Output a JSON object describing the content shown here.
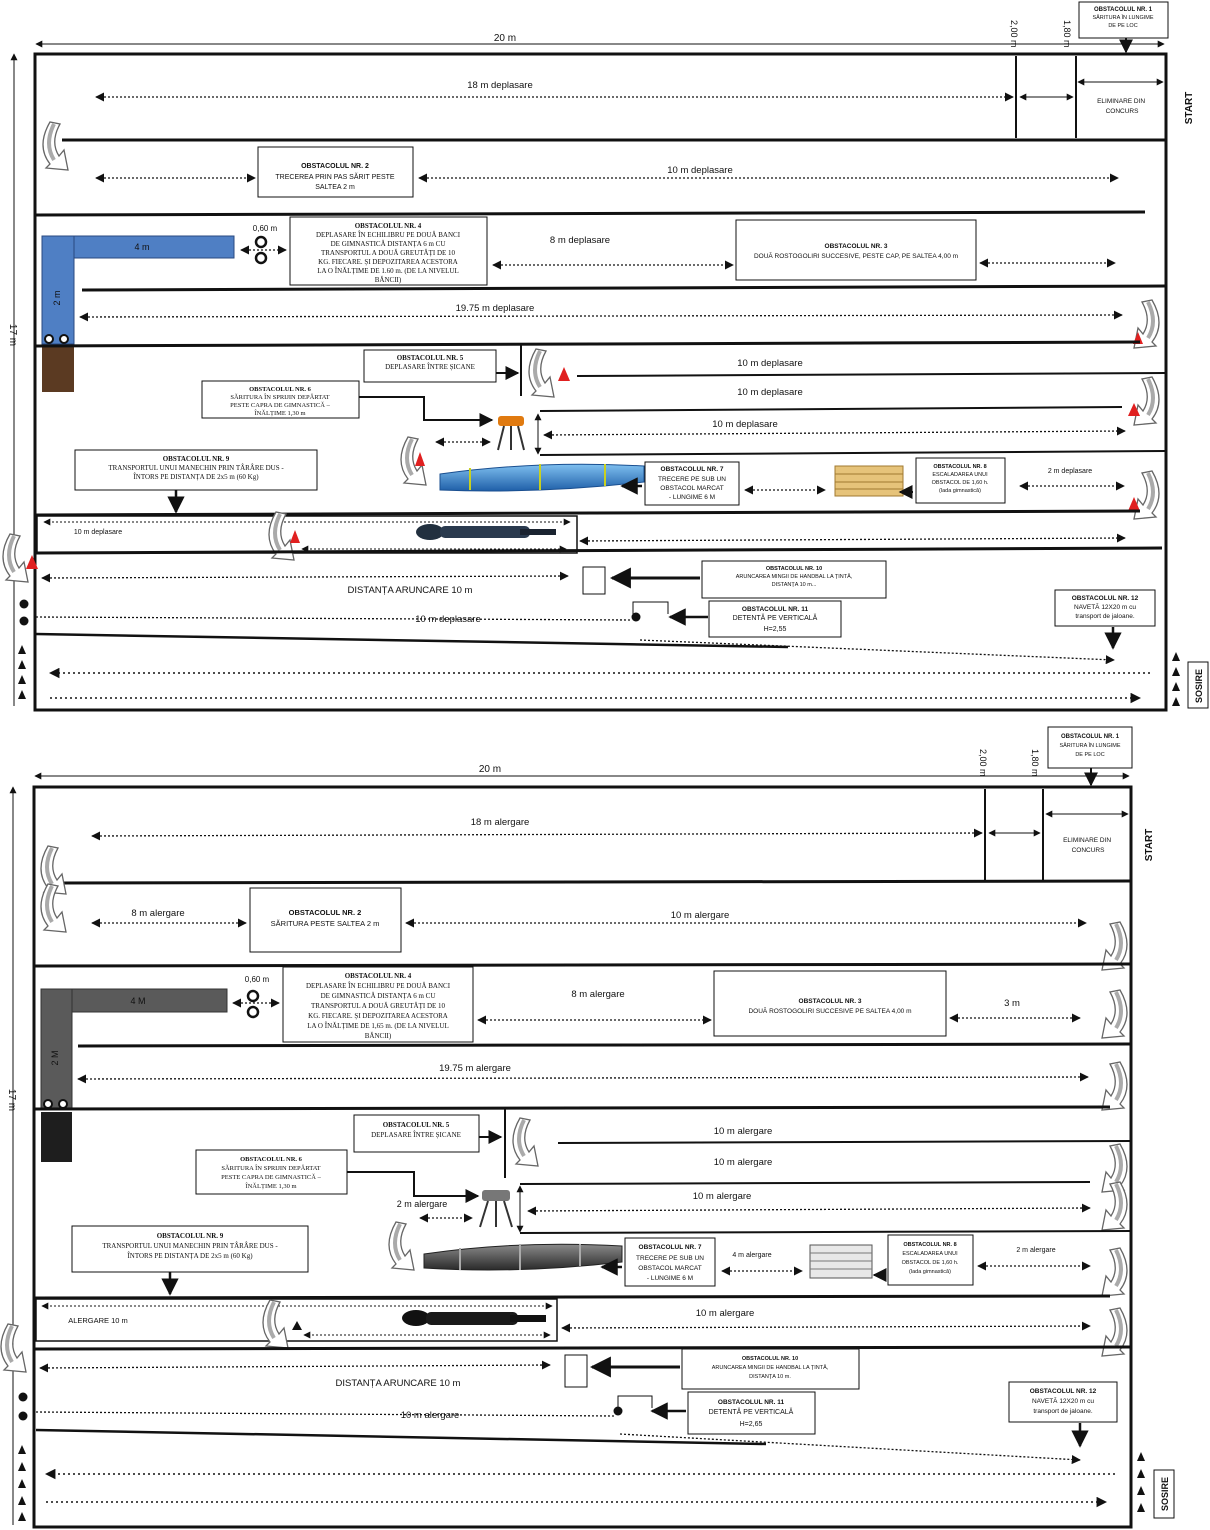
{
  "colors": {
    "mat_blue": "#4f7fc4",
    "mat_gray": "#5a5a5a",
    "tunnel_blue": "#3a8fd8",
    "cone_red": "#e02020",
    "crate_wood": "#e6c37a",
    "soil_brown": "#5b3a22",
    "vault_orange": "#e07a10"
  },
  "icons": {
    "turn": "curved-turn-arrow-icon",
    "cone": "red-cone-icon",
    "hoops": "double-ring-icon",
    "flags": "triangle-flag-icon",
    "vault": "vaulting-horse-icon",
    "dummy": "dummy-mannequin-icon"
  },
  "top": {
    "dims": {
      "width": "20 m",
      "height": "17 m",
      "d200": "2,00 m",
      "d180": "1,80 m"
    },
    "start": "START",
    "finish": "SOSIRE",
    "o1": {
      "title": "OBSTACOLUL NR. 1",
      "lines": [
        "SĂRITURA ÎN LUNGIME",
        "DE PE LOC"
      ]
    },
    "elim": [
      "ELIMINARE DIN",
      "CONCURS"
    ],
    "o2": {
      "title": "OBSTACOLUL NR. 2",
      "lines": [
        "TRECEREA PRIN PAS SĂRIT PESTE",
        "SALTEA 2 m"
      ]
    },
    "o3": {
      "title": "OBSTACOLUL NR. 3",
      "lines": [
        "DOUĂ ROSTOGOLIRI SUCCESIVE, PESTE CAP, PE SALTEA 4,00 m"
      ]
    },
    "o4": {
      "title": "OBSTACOLUL NR. 4",
      "lines": [
        "DEPLASARE ÎN ECHILIBRU PE DOUĂ BANCI",
        "DE GIMNASTICĂ DISTANȚA 6 m CU",
        "TRANSPORTUL A DOUĂ GREUTĂȚI DE 10",
        "KG. FIECARE. ȘI DEPOZITAREA ACESTORA",
        "LA O ÎNĂLȚIME DE 1.60 m. (DE LA NIVELUL",
        "BĂNCII)"
      ]
    },
    "o5": {
      "title": "OBSTACOLUL NR. 5",
      "lines": [
        "DEPLASARE ÎNTRE ȘICANE"
      ]
    },
    "o6": {
      "title": "OBSTACOLUL NR. 6",
      "lines": [
        "SĂRITURA ÎN SPRIJIN DEPĂRTAT",
        "PESTE CAPRA DE GIMNASTICĂ –",
        "ÎNĂLȚIME 1,30 m"
      ]
    },
    "o7": {
      "title": "OBSTACOLUL NR. 7",
      "lines": [
        "TRECERE PE SUB UN",
        "OBSTACOL MARCAT",
        "- LUNGIME 6 M"
      ]
    },
    "o8": {
      "title": "OBSTACOLUL NR. 8",
      "lines": [
        "ESCALADAREA UNUI",
        "OBSTACOL DE 1,60 h.",
        "(lada gimnastică)"
      ]
    },
    "o9": {
      "title": "OBSTACOLUL NR. 9",
      "lines": [
        "TRANSPORTUL UNUI MANECHIN PRIN TÂRÂRE DUS -",
        "ÎNTORS PE DISTANȚA DE 2x5 m (60 Kg)"
      ]
    },
    "o10": {
      "title": "OBSTACOLUL NR. 10",
      "lines": [
        "ARUNCAREA MINGII DE HANDBAL LA ȚINTĂ,",
        "DISTANȚA 10 m..."
      ]
    },
    "o11": {
      "title": "OBSTACOLUL NR. 11",
      "lines": [
        "DETENTĂ PE VERTICALĂ",
        "H=2,55"
      ]
    },
    "o12": {
      "title": "OBSTACOLUL NR. 12",
      "lines": [
        "NAVETĂ 12X20 m cu",
        "transport de jaloane."
      ]
    },
    "lbl": {
      "l18": "18 m deplasare",
      "l10a": "10 m deplasare",
      "l8": "8 m deplasare",
      "l1975": "19.75 m deplasare",
      "l10b": "10 m deplasare",
      "l10c": "10 m deplasare",
      "l10d": "10 m  deplasare",
      "l2": "2 m deplasare",
      "l10e": "10 m deplasare",
      "arunc": "DISTANȚA ARUNCARE 10 m",
      "l10f": "10 m deplasare",
      "mat_h": "4 m",
      "mat_v": "2 m",
      "d060": "0,60 m"
    }
  },
  "bottom": {
    "dims": {
      "width": "20 m",
      "height": "17 m",
      "d200": "2,00 m",
      "d180": "1,80 m"
    },
    "start": "START",
    "finish": "SOSIRE",
    "o1": {
      "title": "OBSTACOLUL NR. 1",
      "lines": [
        "SĂRITURA ÎN LUNGIME",
        "DE PE LOC"
      ]
    },
    "elim": [
      "ELIMINARE DIN",
      "CONCURS"
    ],
    "o2": {
      "title": "OBSTACOLUL NR. 2",
      "lines": [
        "SĂRITURA PESTE SALTEA 2 m"
      ]
    },
    "o3": {
      "title": "OBSTACOLUL NR. 3",
      "lines": [
        "DOUĂ ROSTOGOLIRI SUCCESIVE PE SALTEA 4,00 m"
      ]
    },
    "o4": {
      "title": "OBSTACOLUL NR. 4",
      "lines": [
        "DEPLASARE ÎN ECHILIBRU PE DOUĂ BANCI",
        "DE GIMNASTICĂ DISTANȚA 6 m CU",
        "TRANSPORTUL A DOUĂ GREUTĂȚI DE 10",
        "KG. FIECARE. ȘI DEPOZITAREA ACESTORA",
        "LA O ÎNĂLȚIME DE 1,65 m. (DE LA NIVELUL",
        "BĂNCII)"
      ]
    },
    "o5": {
      "title": "OBSTACOLUL NR. 5",
      "lines": [
        "DEPLASARE ÎNTRE ȘICANE"
      ]
    },
    "o6": {
      "title": "OBSTACOLUL NR. 6",
      "lines": [
        "SĂRITURA ÎN SPRIJIN DEPĂRTAT",
        "PESTE CAPRA DE GIMNASTICĂ –",
        "ÎNĂLȚIME 1,30 m"
      ]
    },
    "o7": {
      "title": "OBSTACOLUL NR. 7",
      "lines": [
        "TRECERE PE SUB UN",
        "OBSTACOL MARCAT",
        "- LUNGIME 6 M"
      ]
    },
    "o8": {
      "title": "OBSTACOLUL NR. 8",
      "lines": [
        "ESCALADAREA UNUI",
        "OBSTACOL DE 1,60 h.",
        "(lada gimnastică)"
      ]
    },
    "o9": {
      "title": "OBSTACOLUL NR. 9",
      "lines": [
        "TRANSPORTUL UNUI MANECHIN PRIN TÂRÂRE DUS -",
        "ÎNTORS PE DISTANȚA DE 2x5 m (60 Kg)"
      ]
    },
    "o10": {
      "title": "OBSTACOLUL NR. 10",
      "lines": [
        "ARUNCAREA MINGII DE HANDBAL LA ȚINTĂ,",
        "DISTANȚA 10 m."
      ]
    },
    "o11": {
      "title": "OBSTACOLUL NR. 11",
      "lines": [
        "DETENTĂ PE VERTICALĂ",
        "H=2,65"
      ]
    },
    "o12": {
      "title": "OBSTACOLUL NR. 12",
      "lines": [
        "NAVETĂ 12X20 m cu",
        "transport de jaloane."
      ]
    },
    "lbl": {
      "l18": "18 m alergare",
      "l8a": "8 m alergare",
      "l10a": "10 m alergare",
      "l8": "8 m alergare",
      "l3": "3 m",
      "l1975": "19.75 m alergare",
      "l10b": "10 m alergare",
      "l10c": "10 m alergare",
      "l10d": "10 m alergare",
      "l2a": "2 m alergare",
      "l4": "4 m alergare",
      "l2": "2 m alergare",
      "lalerg": "ALERGARE 10 m",
      "l10e": "10 m alergare",
      "arunc": "DISTANȚA ARUNCARE 10 m",
      "l10f": "10 m alergare",
      "mat_h": "4 M",
      "mat_v": "2 M",
      "d060": "0,60 m"
    }
  }
}
